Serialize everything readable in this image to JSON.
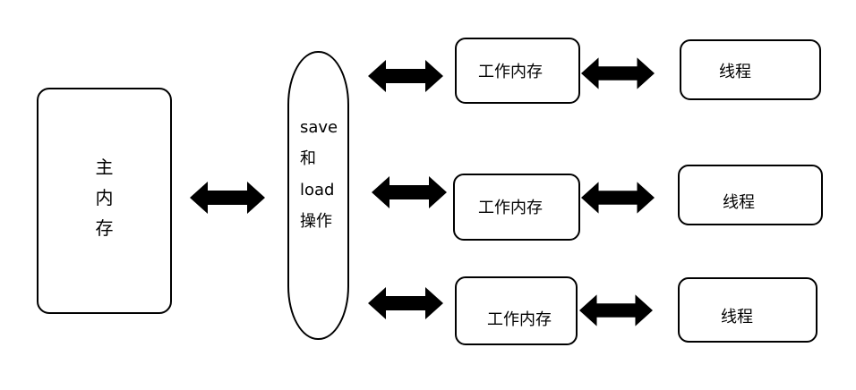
{
  "main_memory": {
    "chars": [
      "主",
      "内",
      "存"
    ]
  },
  "operation": {
    "lines": [
      "save",
      "和",
      "load",
      "操作"
    ]
  },
  "working_memory": [
    {
      "label": "工作内存"
    },
    {
      "label": "工作内存"
    },
    {
      "label": "工作内存"
    }
  ],
  "threads": [
    {
      "label": "线程"
    },
    {
      "label": "线程"
    },
    {
      "label": "线程"
    }
  ]
}
